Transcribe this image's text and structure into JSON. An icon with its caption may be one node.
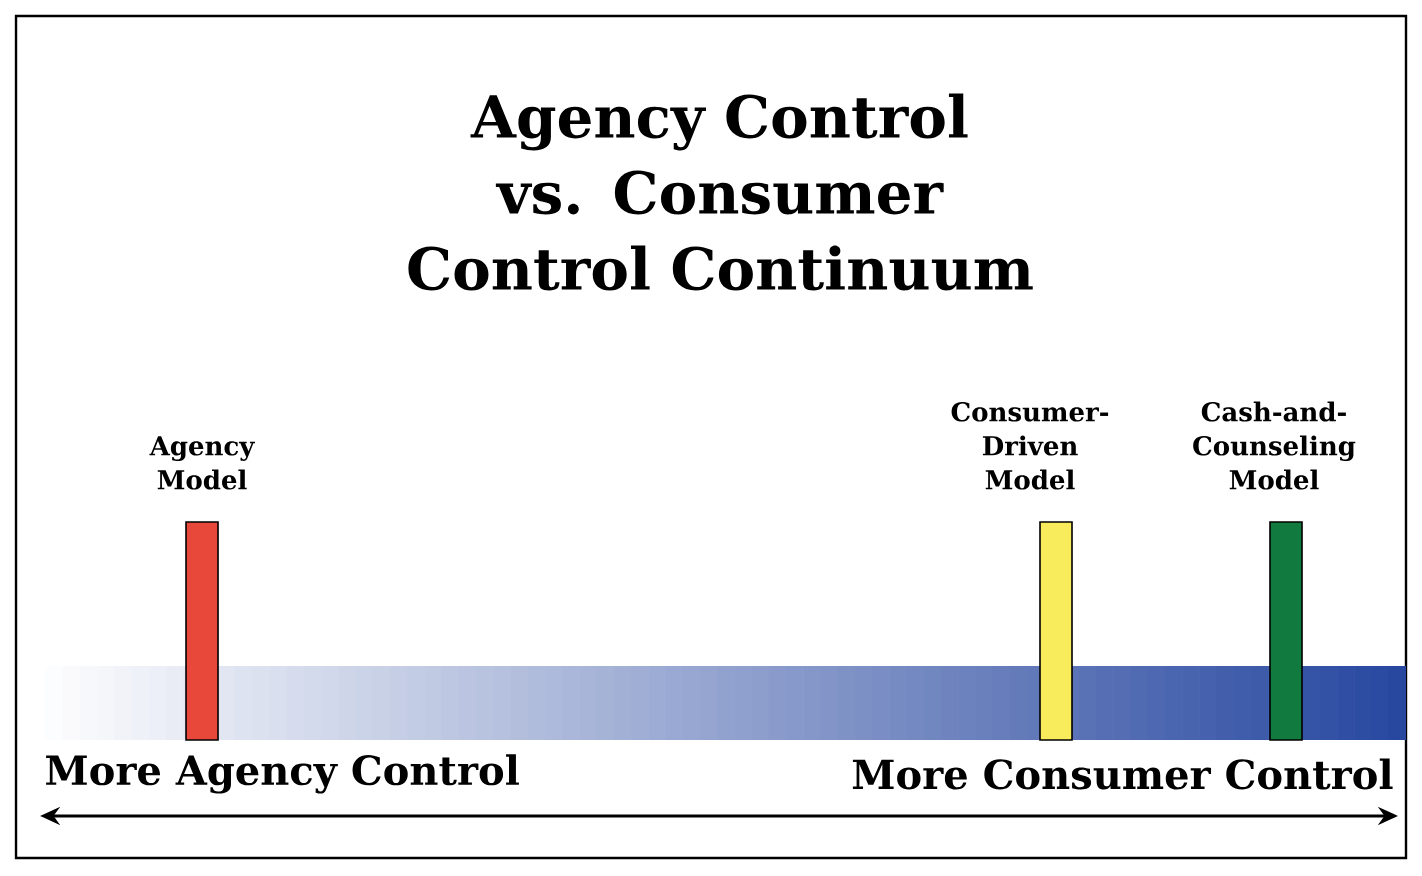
{
  "diagram": {
    "title": "Agency Control vs. Consumer Control Continuum",
    "nodes": [
      {
        "text": [
          "Agency Model"
        ]
      },
      {
        "text": [
          "Consumer-Driven Model"
        ]
      },
      {
        "text": [
          "Cash-and-Counseling Model"
        ]
      }
    ],
    "labels": [
      "More Agency Control",
      "More Consumer Control"
    ]
  }
}
